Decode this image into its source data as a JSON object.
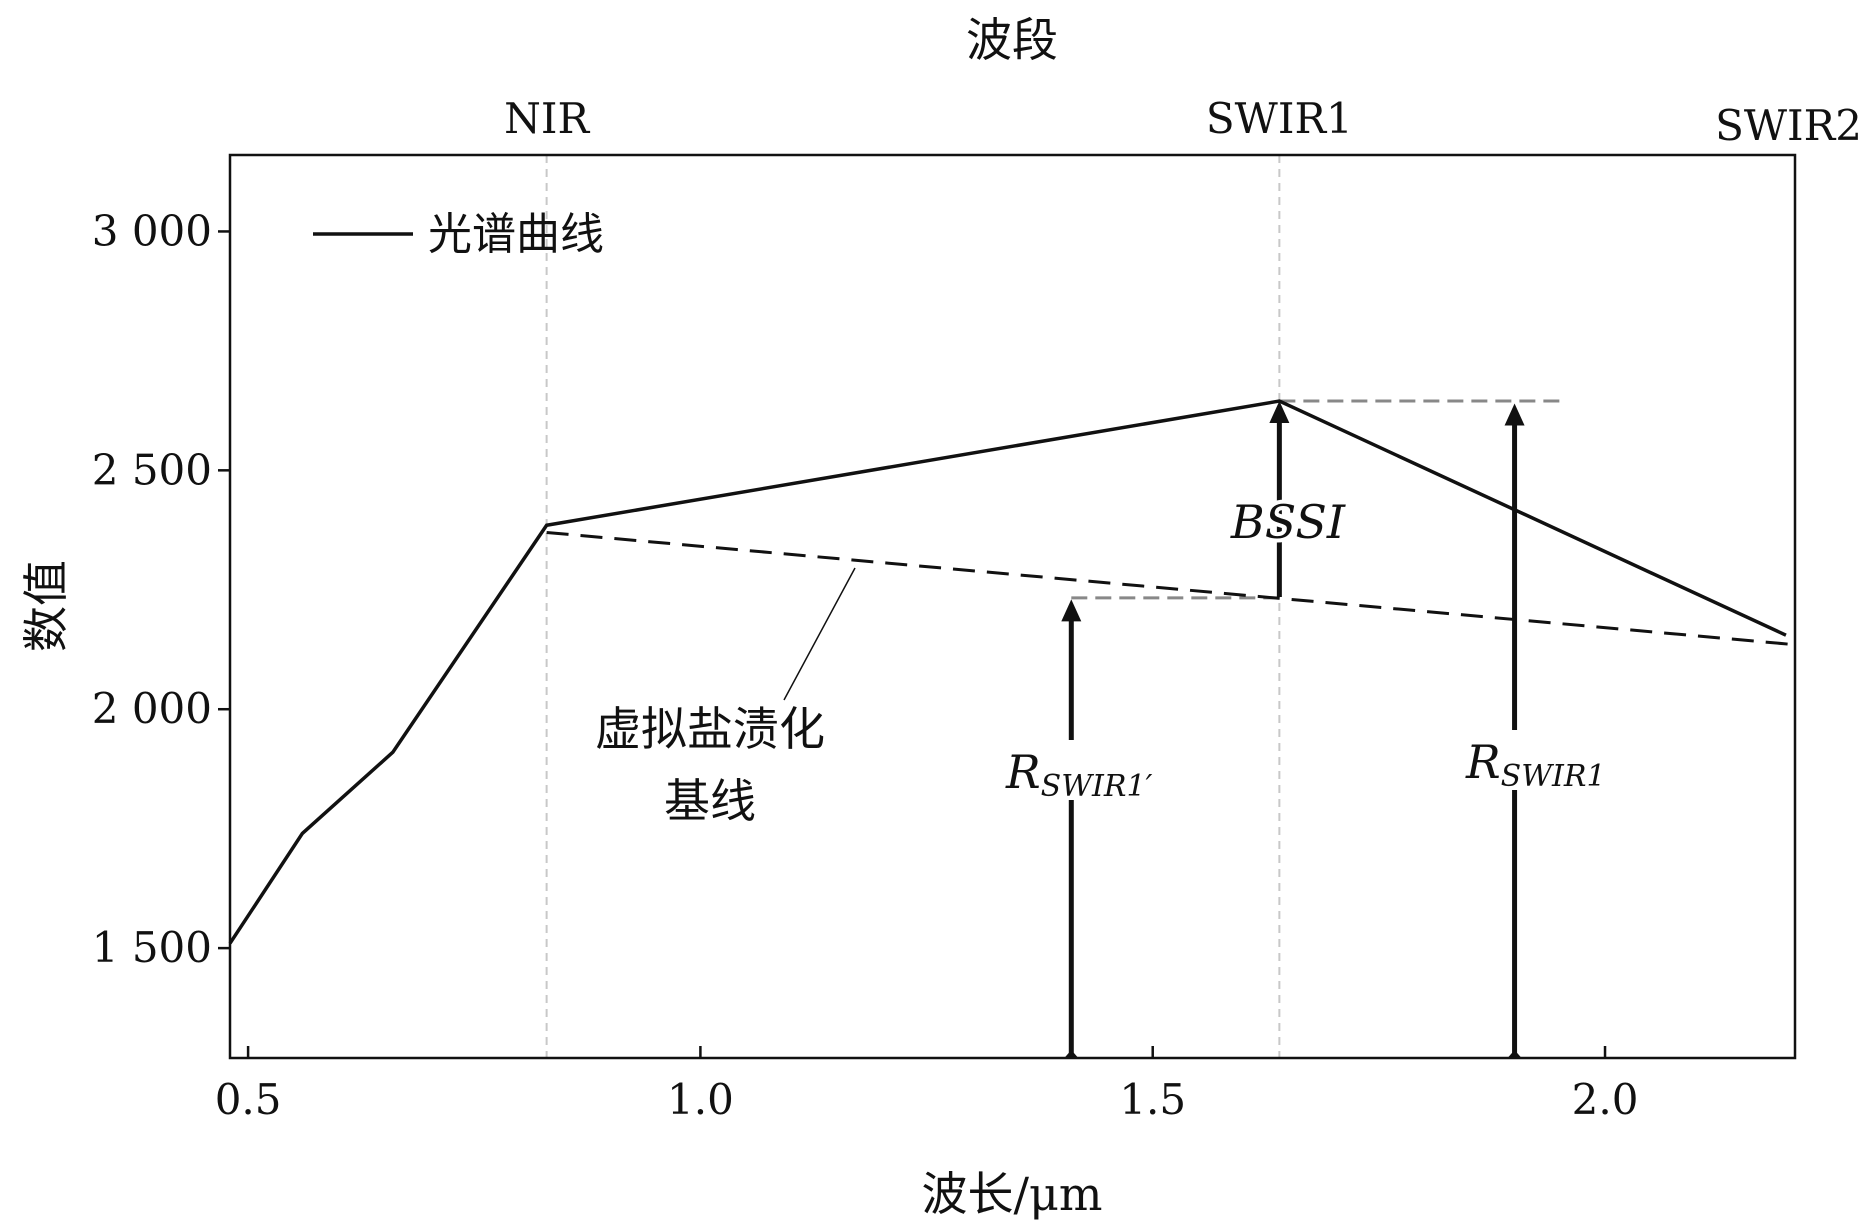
{
  "chart_data": {
    "type": "line",
    "title": "波段",
    "xlabel": "波长/μm",
    "ylabel": "数值",
    "xlim": [
      0.48,
      2.21
    ],
    "ylim": [
      1270,
      3160
    ],
    "x_ticks": [
      0.5,
      1.0,
      1.5,
      2.0
    ],
    "x_tick_labels": [
      "0.5",
      "1.0",
      "1.5",
      "2.0"
    ],
    "y_ticks": [
      1500,
      2000,
      2500,
      3000
    ],
    "y_tick_labels": [
      "1 500",
      "2 000",
      "2 500",
      "3 000"
    ],
    "grid": false,
    "legend": {
      "position": "top-left",
      "entries": [
        "光谱曲线"
      ]
    },
    "bands": [
      {
        "label": "NIR",
        "x": 0.83
      },
      {
        "label": "SWIR1",
        "x": 1.64
      },
      {
        "label": "SWIR2",
        "x": 2.2
      }
    ],
    "series": [
      {
        "name": "光谱曲线",
        "style": "solid",
        "x": [
          0.48,
          0.56,
          0.66,
          0.83,
          1.64,
          2.2
        ],
        "y": [
          1510,
          1740,
          1910,
          2385,
          2645,
          2155
        ]
      }
    ],
    "baseline": {
      "label_lines": [
        "虚拟盐渍化",
        "基线"
      ],
      "style": "dashed",
      "x": [
        0.83,
        2.21
      ],
      "y": [
        2370,
        2135
      ]
    },
    "annotations": {
      "bssi": {
        "label": "BSSI",
        "x": 1.64,
        "y_from": 2235,
        "y_to": 2645
      },
      "r_swir1_prime": {
        "symbol": "R",
        "subscript": "SWIR1",
        "suffix": "′",
        "x": 1.41,
        "y_from": 1270,
        "y_to": 2230
      },
      "r_swir1": {
        "symbol": "R",
        "subscript": "SWIR1",
        "suffix": "",
        "x": 1.9,
        "y_from": 1270,
        "y_to": 2640
      },
      "level_lines": [
        {
          "x": [
            1.64,
            1.95
          ],
          "y": 2645
        },
        {
          "x": [
            1.41,
            1.64
          ],
          "y": 2233
        }
      ]
    },
    "colors": {
      "line": "#111111",
      "guide": "#c8c8c8",
      "level": "#888888"
    }
  }
}
